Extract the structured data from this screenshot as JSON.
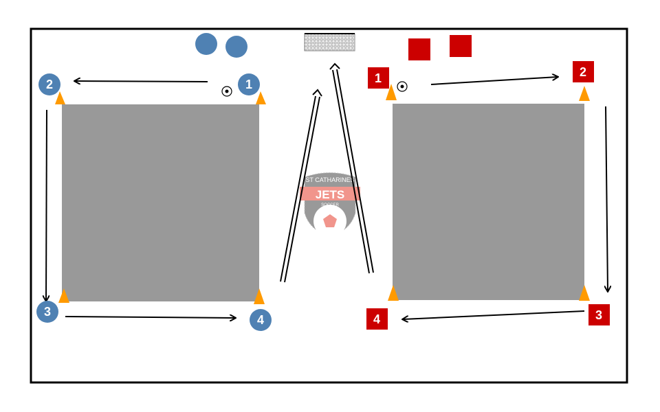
{
  "colors": {
    "blue_team": "#4f81b3",
    "red_team": "#cc0000",
    "cone": "#ff9a00",
    "grid": "#999999",
    "logo": "#f08a80"
  },
  "logo": {
    "line1": "ST CATHARINES",
    "line2": "JETS",
    "line3": "SOCCER"
  },
  "left_labels": [
    "1",
    "2",
    "3",
    "4"
  ],
  "right_labels": [
    "1",
    "2",
    "3",
    "4"
  ]
}
